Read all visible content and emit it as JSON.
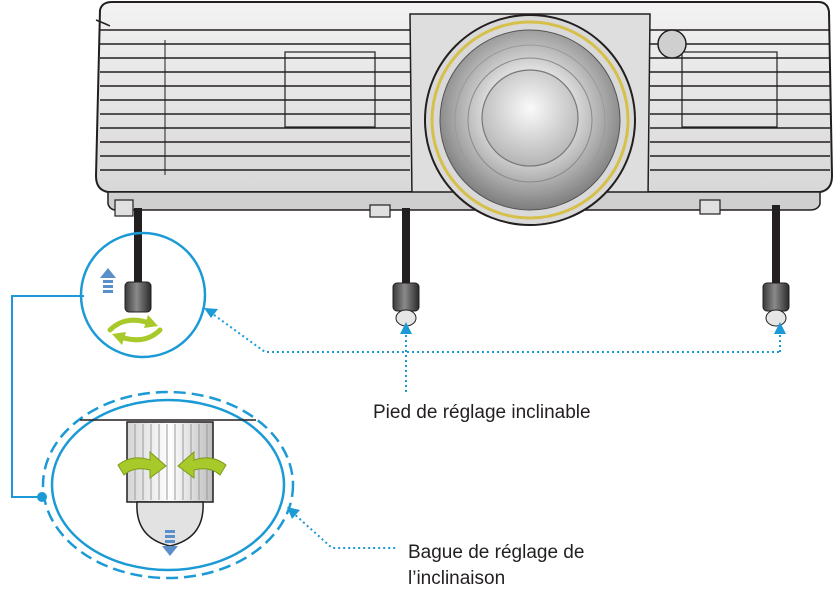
{
  "labels": {
    "tilt_foot": "Pied de réglage inclinable",
    "tilt_ring_line1": "Bague de réglage de",
    "tilt_ring_line2": "l’inclinaison"
  },
  "colors": {
    "callout": "#1b9ad6",
    "arrow_green": "#a8c92a",
    "arrow_blue": "#5b8fc9",
    "body": "#e9e9e9",
    "outline": "#231f20",
    "lens_ring": "#d6c04a"
  },
  "icons": {
    "raise": "arrow-up-icon",
    "lower": "arrow-down-icon",
    "rotate": "rotate-arrows-icon"
  }
}
